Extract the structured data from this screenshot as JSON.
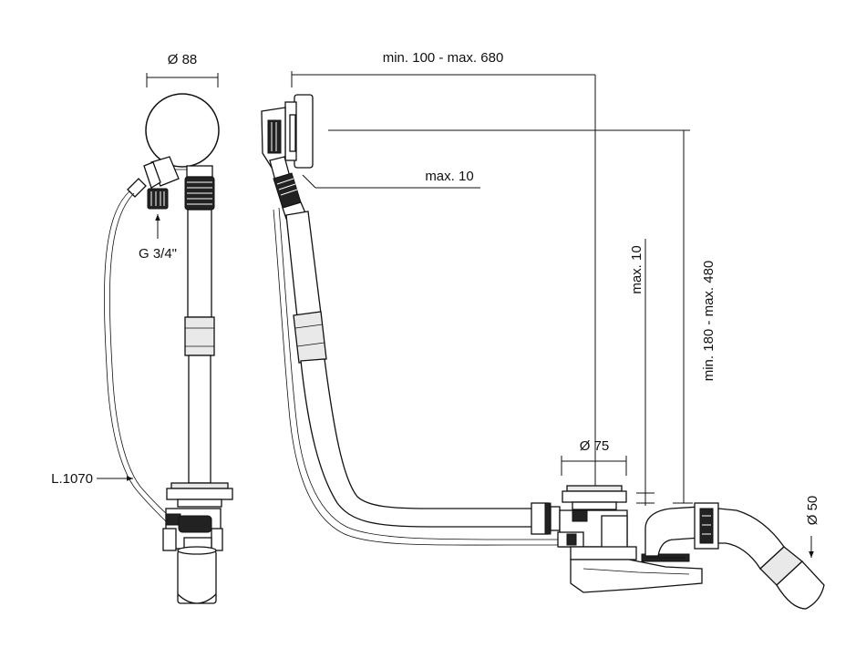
{
  "dimensions": {
    "overflow_diameter": "Ø 88",
    "connection_thread": "G 3/4\"",
    "cable_length": "L.1070",
    "horizontal_range": "min. 100 - max. 680",
    "overflow_offset": "max. 10",
    "drain_offset": "max. 10",
    "vertical_range": "min. 180 - max. 480",
    "drain_diameter": "Ø 75",
    "outlet_diameter": "Ø 50"
  },
  "colors": {
    "line": "#111111",
    "fill_light": "#e9e9e9",
    "fill_dark": "#222222",
    "background": "#ffffff"
  }
}
